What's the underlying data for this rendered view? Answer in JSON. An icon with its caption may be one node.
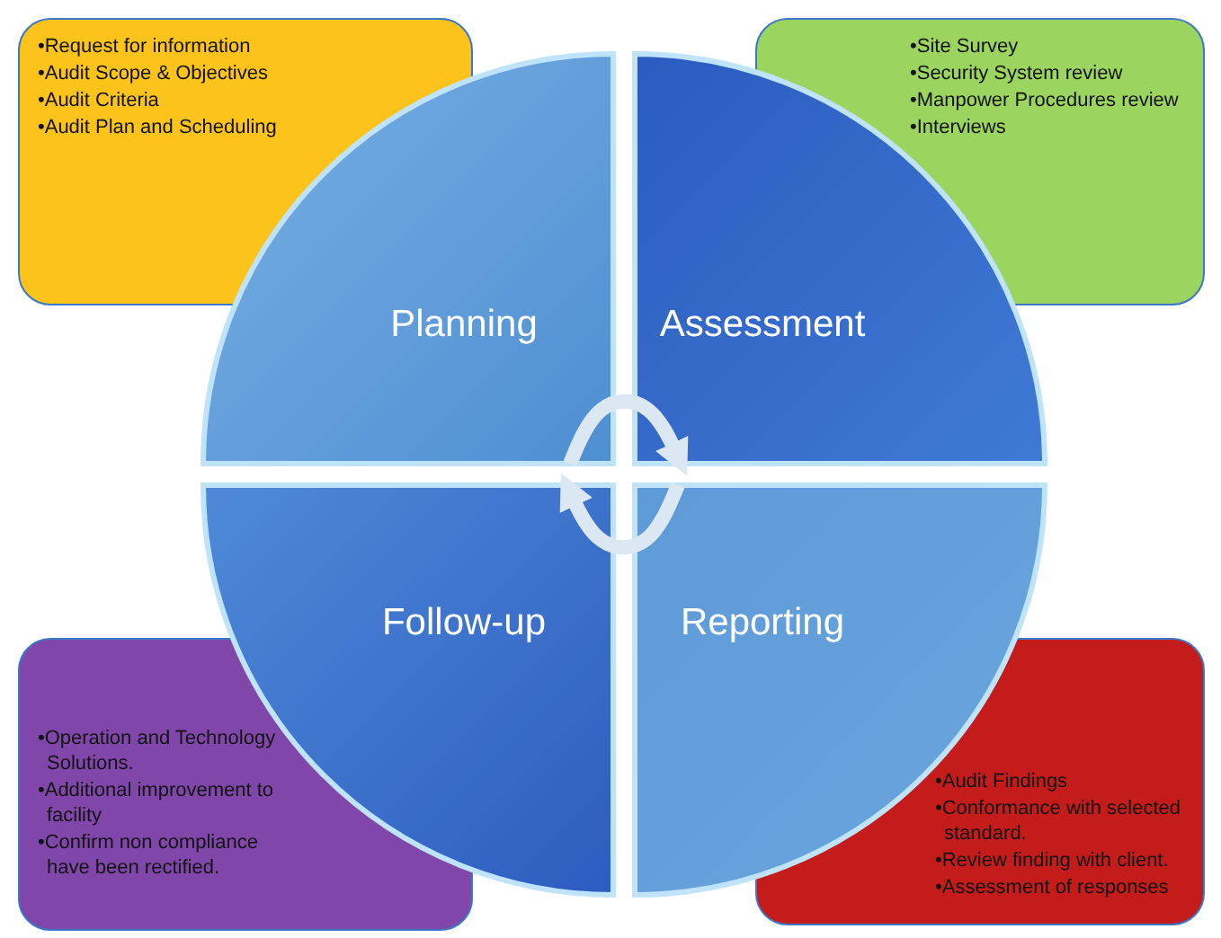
{
  "diagram": {
    "nodes": [
      {
        "text": [
          "•Request for information",
          "•Audit Scope & Objectives",
          "•Audit Criteria",
          "•Audit Plan and Scheduling"
        ]
      },
      {
        "text": [
          "•Site Survey",
          "•Security System review",
          "•Manpower Procedures review",
          "•Interviews"
        ]
      },
      {
        "text": [
          "Planning"
        ]
      },
      {
        "text": [
          "Assessment"
        ]
      },
      {
        "text": [
          "Follow-up"
        ]
      },
      {
        "text": [
          "Reporting"
        ]
      },
      {
        "text": [
          "•Operation and Technology Solutions.",
          "•Additional improvement to facility",
          "•Confirm non compliance have been rectified."
        ]
      },
      {
        "text": [
          "•Audit Findings",
          "•Conformance with selected standard.",
          "•Review finding with client.",
          "•Assessment of responses"
        ]
      }
    ],
    "edges": [
      {
        "from": 2,
        "to": 3,
        "arrow": "to"
      },
      {
        "from": 5,
        "to": 4,
        "arrow": "to"
      }
    ]
  }
}
